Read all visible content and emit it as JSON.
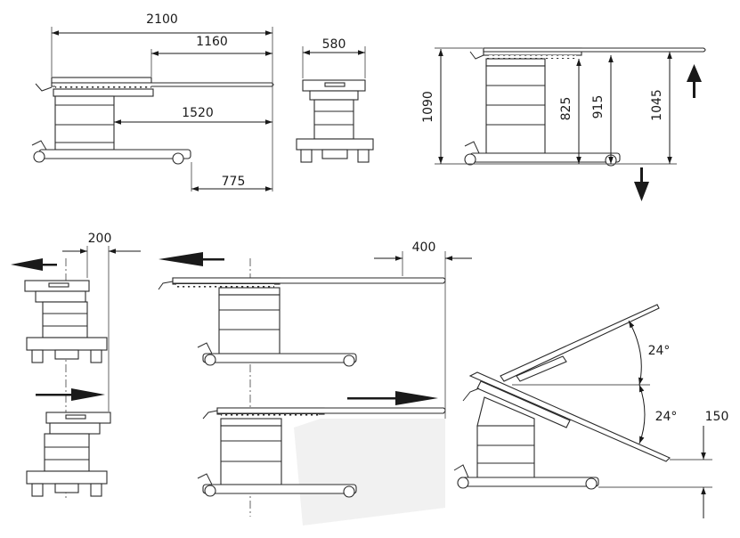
{
  "dimensions": {
    "length_total": "2100",
    "length_top": "1160",
    "length_mid": "1520",
    "length_bottom": "775",
    "width": "580",
    "height_max": "1090",
    "height_825": "825",
    "height_915": "915",
    "height_1045": "1045",
    "lateral_shift": "200",
    "longitudinal_shift": "400",
    "tilt_angle_up": "24°",
    "tilt_angle_down": "24°",
    "tilt_offset": "150"
  }
}
